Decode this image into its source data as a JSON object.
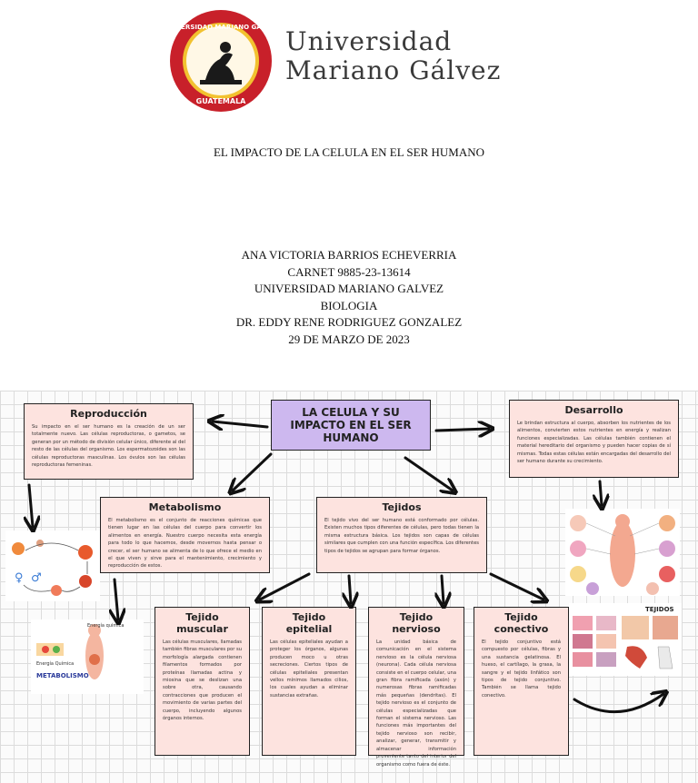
{
  "header": {
    "university_line1": "Universidad",
    "university_line2": "Mariano Gálvez",
    "seal_top_text": "UNIVERSIDAD MARIANO GALVEZ",
    "seal_bottom_text": "GUATEMALA"
  },
  "document": {
    "title": "EL IMPACTO DE LA CELULA EN EL SER HUMANO",
    "author": "ANA VICTORIA BARRIOS ECHEVERRIA",
    "carnet": "CARNET 9885-23-13614",
    "institution": "UNIVERSIDAD MARIANO GALVEZ",
    "course": "BIOLOGIA",
    "teacher": "DR. EDDY RENE RODRIGUEZ GONZALEZ",
    "date": "29 DE MARZO DE 2023"
  },
  "map": {
    "center_title": "LA CELULA Y SU IMPACTO EN EL SER HUMANO",
    "reproduccion": {
      "title": "Reproducción",
      "text": "Su impacto en el ser humano es la creación de un ser totalmente nuevo. Las células reproductoras, o gametos, se generan por un método de división celular único, diferente al del resto de las células del organismo. Los espermatozoides son las células reproductoras masculinas. Los óvulos son las células reproductoras femeninas."
    },
    "desarrollo": {
      "title": "Desarrollo",
      "text": "Le brindan estructura al cuerpo, absorben los nutrientes de los alimentos, convierten estos nutrientes en energía y realizan funciones especializadas. Las células también contienen el material hereditario del organismo y pueden hacer copias de sí mismas. Todas estas células están encargadas del desarrollo del ser humano durante su crecimiento."
    },
    "metabolismo": {
      "title": "Metabolismo",
      "text": "El metabolismo es el conjunto de reacciones químicas que tienen lugar en las células del cuerpo para convertir los alimentos en energía. Nuestro cuerpo necesita esta energía para todo lo que hacemos, desde movernos hasta pensar o crecer, el ser humano se alimenta de lo que ofrece el medio en el que viven y sirve para el mantenimiento, crecimiento y reproducción de estos."
    },
    "tejidos": {
      "title": "Tejidos",
      "text": "El tejido vivo del ser humano está conformado por células. Existen muchos tipos diferentes de células, pero todas tienen la misma estructura básica. Los tejidos son capas de células similares que cumplen con una función específica. Los diferentes tipos de tejidos se agrupan para formar órganos."
    },
    "muscular": {
      "title": "Tejido muscular",
      "text": "Las células musculares, llamadas también fibras musculares por su morfología alargada contienen filamentos formados por proteínas llamadas actina y miosina que se deslizan una sobre otra, causando contracciones que producen el movimiento de varias partes del cuerpo, incluyendo algunos órganos internos."
    },
    "epitelial": {
      "title": "Tejido epitelial",
      "text": "Las células epiteliales ayudan a proteger los órganos, algunas producen moco u otras secreciones. Ciertos tipos de células epiteliales presentan vellos mínimos llamados cilios, los cuales ayudan a eliminar sustancias extrañas."
    },
    "nervioso": {
      "title": "Tejido nervioso",
      "text": "La unidad básica de comunicación en el sistema nervioso es la célula nerviosa (neurona). Cada célula nerviosa consiste en el cuerpo celular, una gran fibra ramificada (axón) y numerosas fibras ramificadas más pequeñas (dendritas). El tejido nervioso es el conjunto de células especializadas que forman el sistema nervioso. Las funciones más importantes del tejido nervioso son recibir, analizar, generar, transmitir y almacenar información proveniente tanto del interior del organismo como fuera de éste."
    },
    "conectivo": {
      "title": "Tejido conectivo",
      "text": "El tejido conjuntivo está compuesto por células, fibras y una sustancia gelatinosa. El hueso, el cartílago, la grasa, la sangre y el tejido linfático son tipos de tejido conjuntivo. También se llama tejido conectivo."
    },
    "images": {
      "metabolism_label": "METABOLISMO",
      "metabolism_energy": "Energía química",
      "metabolism_left": "Energía Química",
      "tissues_label": "TEJIDOS"
    }
  },
  "colors": {
    "box_fill": "#fde3df",
    "center_fill": "#cdb8ef",
    "seal_red": "#c8202a",
    "seal_gold": "#f2c230"
  }
}
